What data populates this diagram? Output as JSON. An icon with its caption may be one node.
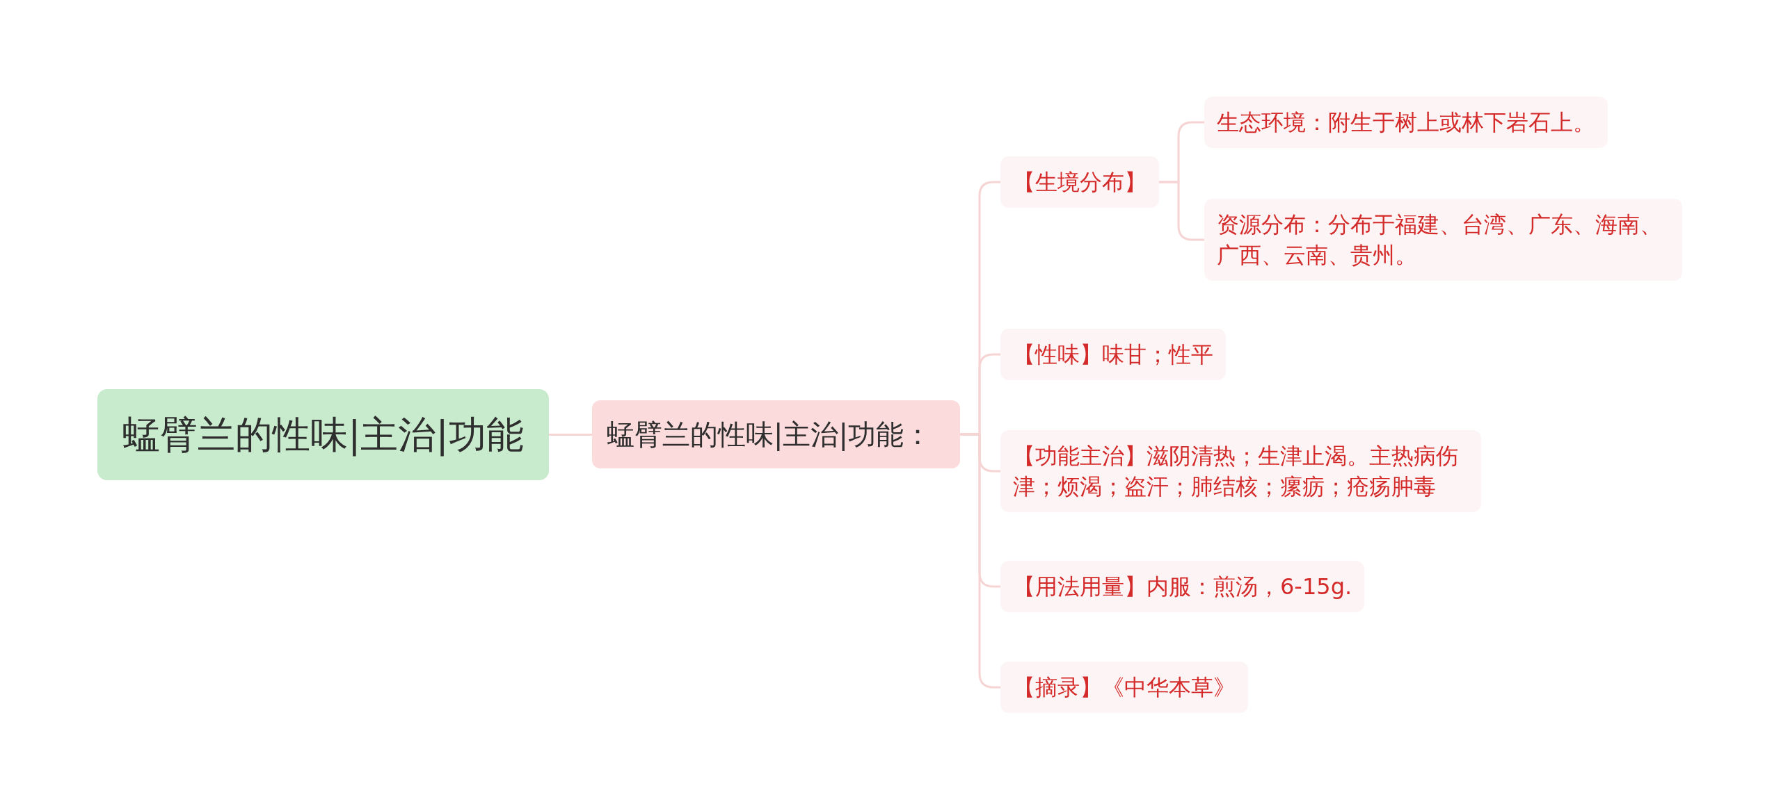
{
  "diagram": {
    "nodes": [
      {
        "text": [
          "蜢臂兰的性味|主治|功能"
        ]
      },
      {
        "text": [
          "蜢臂兰的性味|主治|功能："
        ]
      },
      {
        "text": [
          "【生境分布】"
        ]
      },
      {
        "text": [
          "生态环境：附生于树上或林下岩石上。"
        ]
      },
      {
        "text": [
          "资源分布：分布于福建、台湾、广东、海南、广西、云南、贵州。"
        ]
      },
      {
        "text": [
          "【性味】味甘；性平"
        ]
      },
      {
        "text": [
          "【功能主治】滋阴清热；生津止渴。主热病伤津；烦渴；盗汗；肺结核；瘰疬；疮疡肿毒"
        ]
      },
      {
        "text": [
          "【用法用量】内服：煎汤，6-15g."
        ]
      },
      {
        "text": [
          "【摘录】《中华本草》"
        ]
      }
    ],
    "edges": [
      {
        "from": 0,
        "to": 1,
        "arrow": "none"
      },
      {
        "from": 1,
        "to": 2,
        "arrow": "none"
      },
      {
        "from": 1,
        "to": 5,
        "arrow": "none"
      },
      {
        "from": 1,
        "to": 6,
        "arrow": "none"
      },
      {
        "from": 1,
        "to": 7,
        "arrow": "none"
      },
      {
        "from": 1,
        "to": 8,
        "arrow": "none"
      },
      {
        "from": 2,
        "to": 3,
        "arrow": "none"
      },
      {
        "from": 2,
        "to": 4,
        "arrow": "none"
      }
    ]
  }
}
